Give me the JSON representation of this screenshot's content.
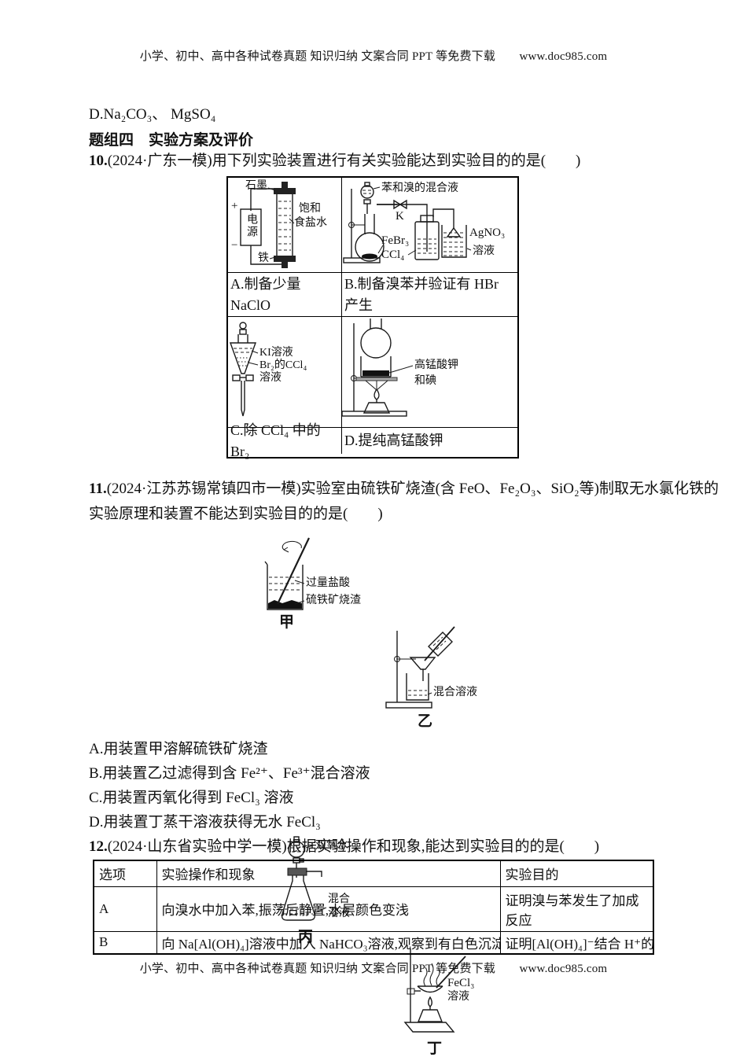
{
  "page": {
    "header": "小学、初中、高中各种试卷真题 知识归纳 文案合同 PPT 等免费下载　　www.doc985.com",
    "footer": "小学、初中、高中各种试卷真题 知识归纳 文案合同 PPT 等免费下载　　www.doc985.com"
  },
  "prev": {
    "option_d": "D.Na₂CO₃、 MgSO₄"
  },
  "section": {
    "title": "题组四　实验方案及评价"
  },
  "q10": {
    "number": "10.",
    "stem": "(2024·广东一模)用下列实验装置进行有关实验能达到实验目的的是(　　)",
    "a": {
      "caption": "A.制备少量 NaClO",
      "labels": {
        "graphite": "石墨",
        "power": "电源",
        "plus": "+",
        "minus": "−",
        "brine1": "饱和",
        "brine2": "食盐水",
        "iron": "铁"
      }
    },
    "b": {
      "caption": "B.制备溴苯并验证有 HBr 产生",
      "labels": {
        "mixture": "苯和溴的混合液",
        "valve": "K",
        "febr3": "FeBr₃",
        "ccl4": "CCl₄",
        "agno3": "AgNO₃",
        "solution": "溶液"
      }
    },
    "c": {
      "caption": "C.除 CCl₄ 中的 Br₂",
      "labels": {
        "ki": "KI溶液",
        "br2ccl4": "Br₂的CCl₄",
        "solution": "溶液"
      }
    },
    "d": {
      "caption": "D.提纯高锰酸钾",
      "labels": {
        "kmno4": "高锰酸钾",
        "iodine": "和碘"
      }
    }
  },
  "q11": {
    "number": "11.",
    "stem_line1": "(2024·江苏苏锡常镇四市一模)实验室由硫铁矿烧渣(含 FeO、Fe₂O₃、SiO₂等)制取无水氯化铁的",
    "stem_line2": "实验原理和装置不能达到实验目的的是(　　)",
    "jia": {
      "caption": "甲",
      "acid": "过量盐酸",
      "cinder": "硫铁矿烧渣"
    },
    "yi": {
      "caption": "乙",
      "mix": "混合溶液"
    },
    "bing": {
      "caption": "丙",
      "h2o2": "双氧水",
      "mix1": "混合",
      "mix2": "溶液"
    },
    "ding": {
      "caption": "丁",
      "fecl3": "FeCl₃",
      "solution": "溶液"
    },
    "options": [
      "A.用装置甲溶解硫铁矿烧渣",
      "B.用装置乙过滤得到含 Fe²⁺、Fe³⁺混合溶液",
      "C.用装置丙氧化得到 FeCl₃ 溶液",
      "D.用装置丁蒸干溶液获得无水 FeCl₃"
    ]
  },
  "q12": {
    "number": "12.",
    "stem": "(2024·山东省实验中学一模)根据实验操作和现象,能达到实验目的的是(　　)",
    "table": {
      "headers": [
        "选项",
        "实验操作和现象",
        "实验目的"
      ],
      "rows": [
        {
          "option": "A",
          "operation": "向溴水中加入苯,振荡后静置,水层颜色变浅",
          "purpose": "证明溴与苯发生了加成反应"
        },
        {
          "option": "B",
          "operation": "向 Na[Al(OH)₄]溶液中加入 NaHCO₃溶液,观察到有白色沉淀",
          "purpose": "证明[Al(OH)₄]⁻结合 H⁺的"
        }
      ]
    }
  }
}
